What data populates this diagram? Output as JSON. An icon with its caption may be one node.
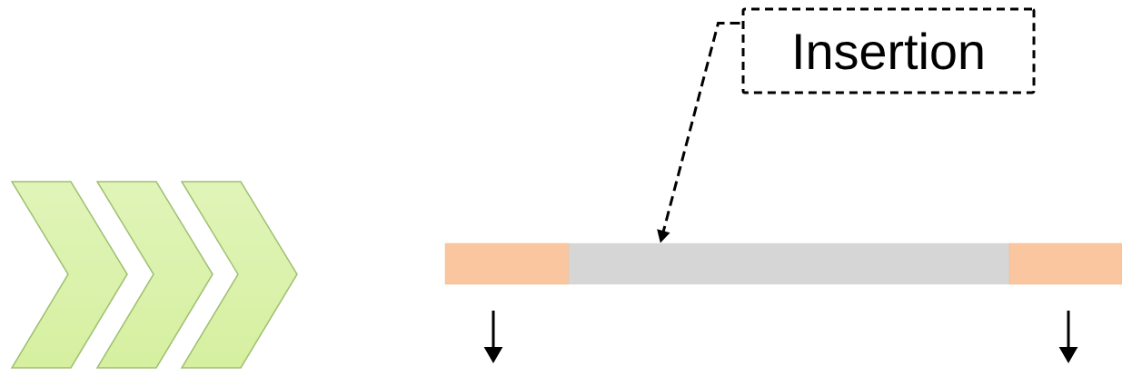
{
  "diagram": {
    "nodes": [
      {
        "text": [
          "Insertion"
        ]
      },
      {
        "text": [],
        "shape": "bar"
      },
      {
        "text": [],
        "shape": "bar"
      },
      {
        "text": [],
        "shape": "bar"
      }
    ],
    "edges": [
      {
        "from": 0,
        "to": 2,
        "arrow": "to",
        "style": "dashed"
      }
    ]
  }
}
